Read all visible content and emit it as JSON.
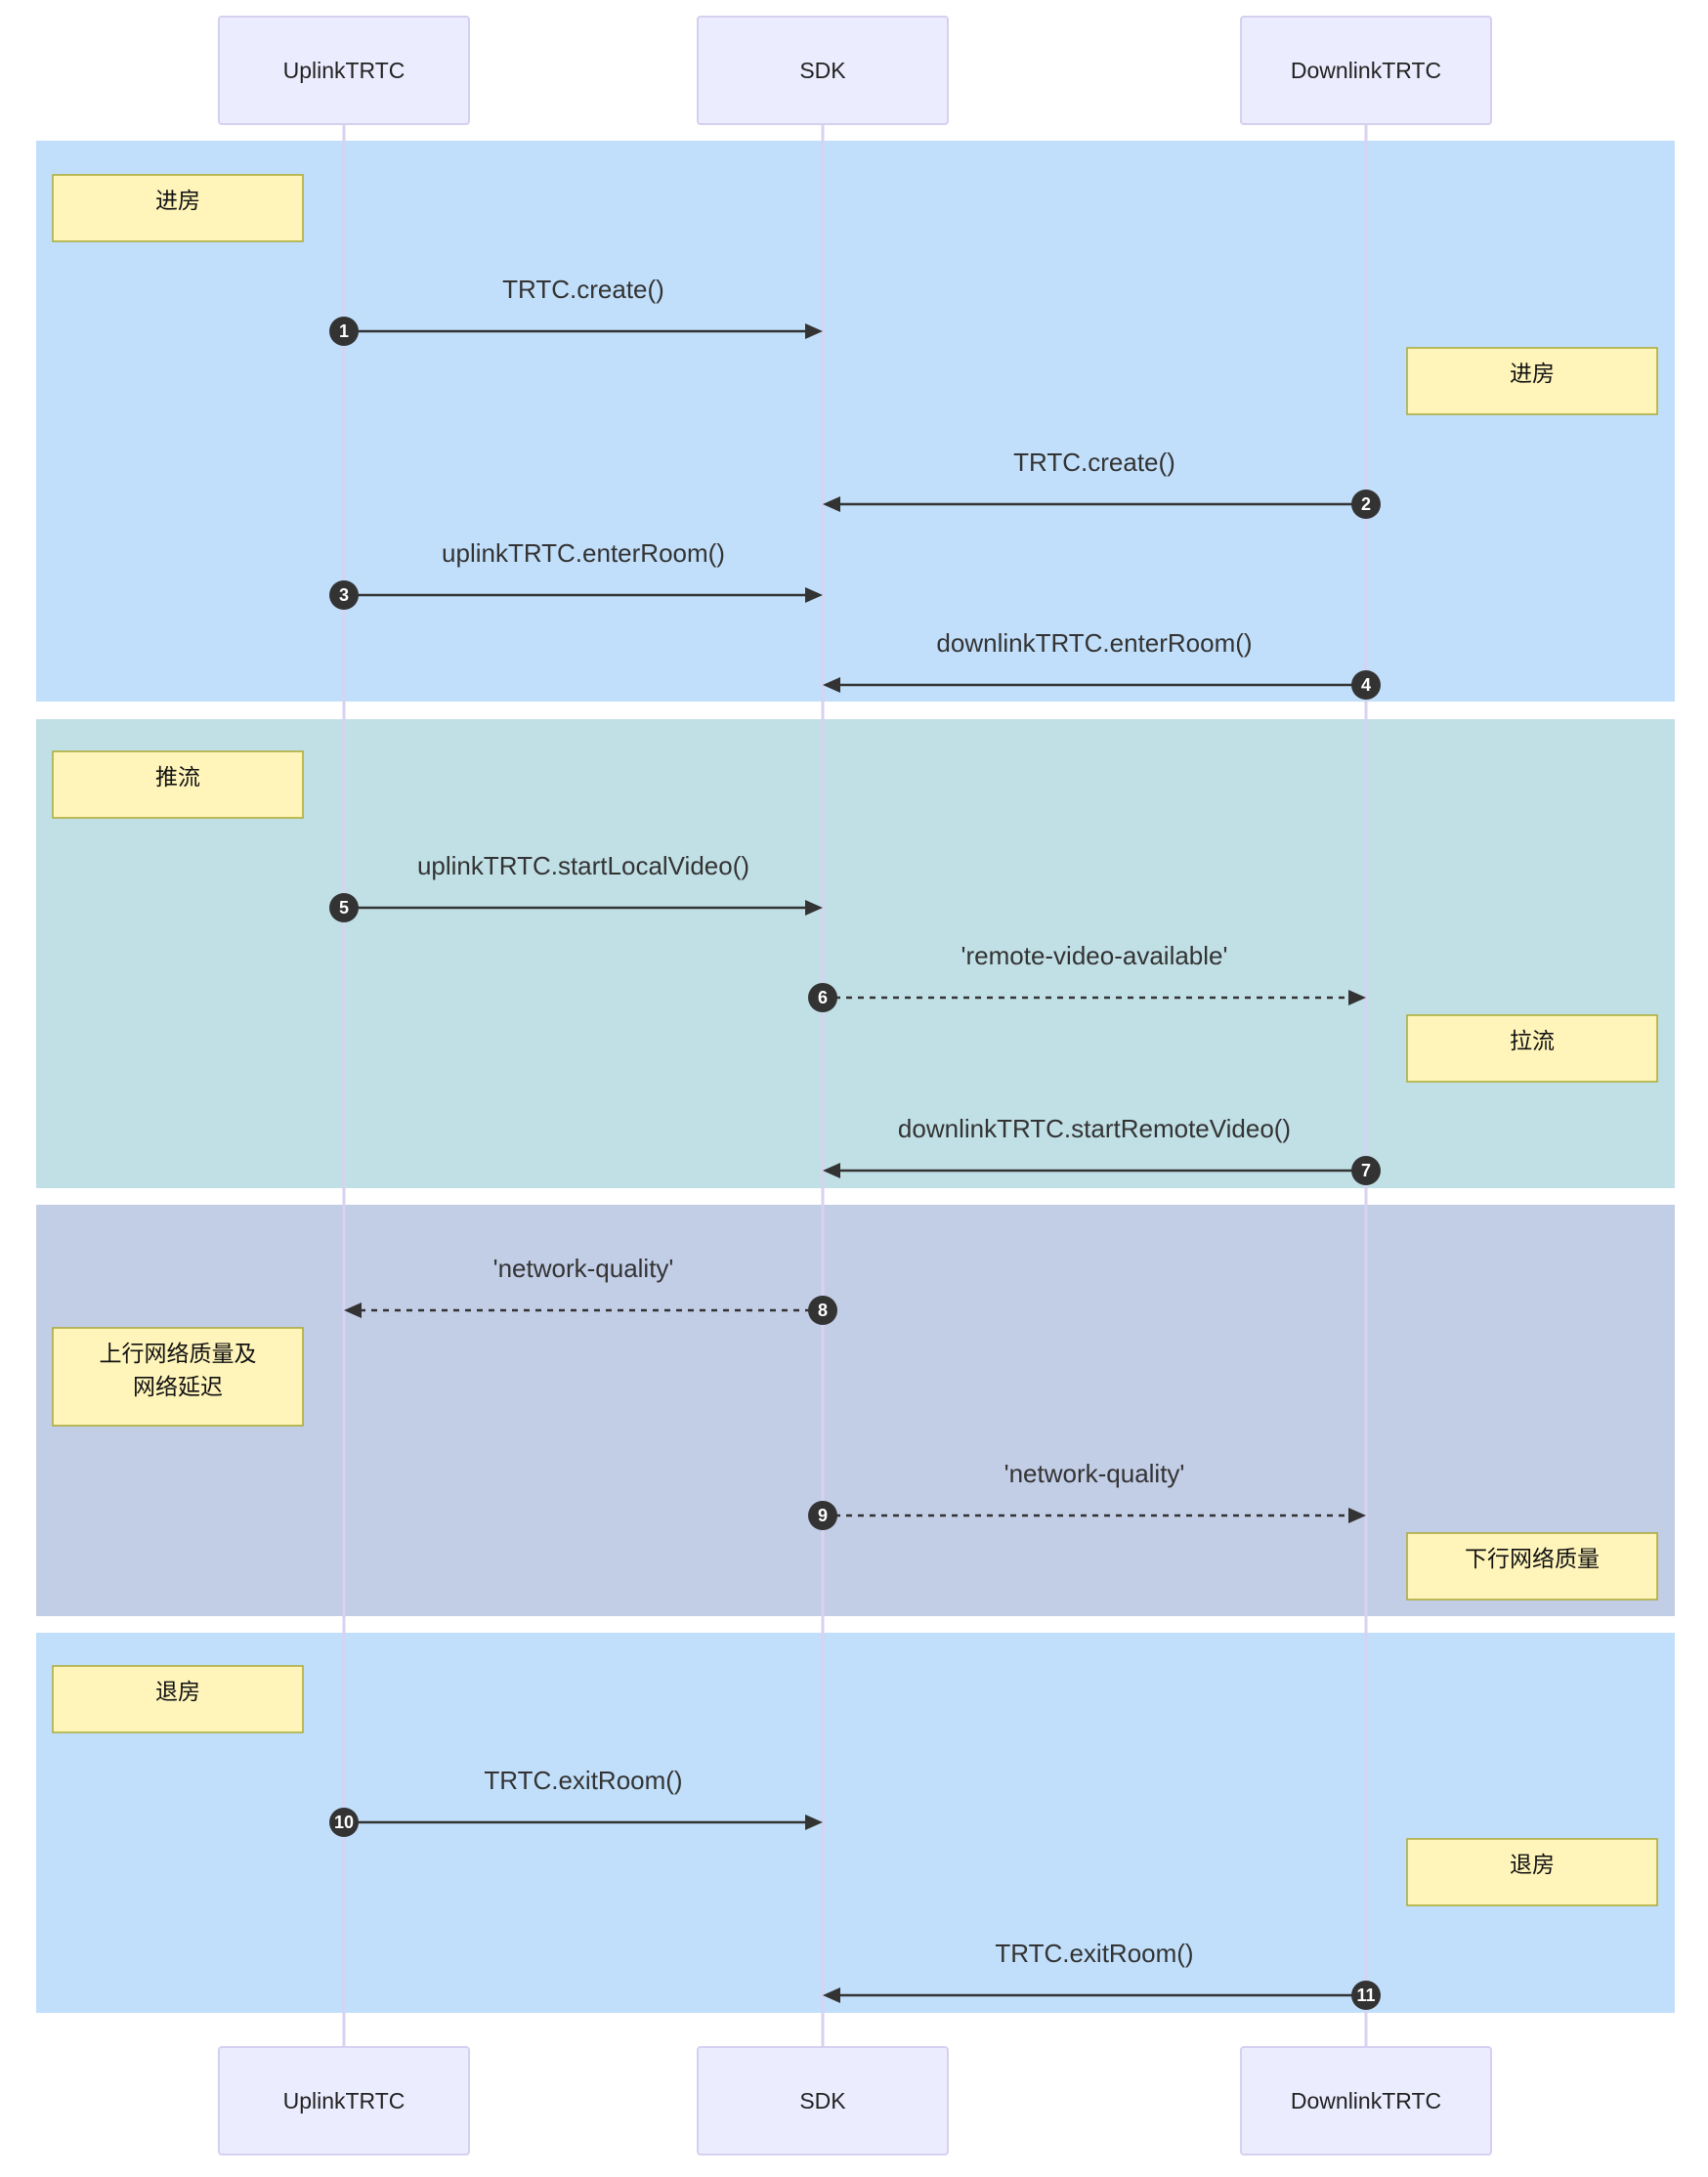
{
  "actors": [
    {
      "id": "uplink",
      "label": "UplinkTRTC"
    },
    {
      "id": "sdk",
      "label": "SDK"
    },
    {
      "id": "downlink",
      "label": "DownlinkTRTC"
    }
  ],
  "sections": [
    {
      "id": "enter-room",
      "color": "#C1DFFA"
    },
    {
      "id": "push-stream",
      "color": "#C1E0E6"
    },
    {
      "id": "network-quality",
      "color": "#C2CDE6"
    },
    {
      "id": "exit-room",
      "color": "#C1DFFA"
    }
  ],
  "notes": [
    {
      "id": "note-enter-uplink",
      "lines": [
        "进房"
      ]
    },
    {
      "id": "note-enter-downlink",
      "lines": [
        "进房"
      ]
    },
    {
      "id": "note-push",
      "lines": [
        "推流"
      ]
    },
    {
      "id": "note-pull",
      "lines": [
        "拉流"
      ]
    },
    {
      "id": "note-uplink-quality",
      "lines": [
        "上行网络质量及",
        "网络延迟"
      ]
    },
    {
      "id": "note-downlink-quality",
      "lines": [
        "下行网络质量"
      ]
    },
    {
      "id": "note-exit-uplink",
      "lines": [
        "退房"
      ]
    },
    {
      "id": "note-exit-downlink",
      "lines": [
        "退房"
      ]
    }
  ],
  "messages": [
    {
      "seq": 1,
      "from": "uplink",
      "to": "sdk",
      "label": "TRTC.create()",
      "style": "solid"
    },
    {
      "seq": 2,
      "from": "downlink",
      "to": "sdk",
      "label": "TRTC.create()",
      "style": "solid"
    },
    {
      "seq": 3,
      "from": "uplink",
      "to": "sdk",
      "label": "uplinkTRTC.enterRoom()",
      "style": "solid"
    },
    {
      "seq": 4,
      "from": "downlink",
      "to": "sdk",
      "label": "downlinkTRTC.enterRoom()",
      "style": "solid"
    },
    {
      "seq": 5,
      "from": "uplink",
      "to": "sdk",
      "label": "uplinkTRTC.startLocalVideo()",
      "style": "solid"
    },
    {
      "seq": 6,
      "from": "sdk",
      "to": "downlink",
      "label": "'remote-video-available'",
      "style": "dashed"
    },
    {
      "seq": 7,
      "from": "downlink",
      "to": "sdk",
      "label": "downlinkTRTC.startRemoteVideo()",
      "style": "solid"
    },
    {
      "seq": 8,
      "from": "sdk",
      "to": "uplink",
      "label": "'network-quality'",
      "style": "dashed"
    },
    {
      "seq": 9,
      "from": "sdk",
      "to": "downlink",
      "label": "'network-quality'",
      "style": "dashed"
    },
    {
      "seq": 10,
      "from": "uplink",
      "to": "sdk",
      "label": "TRTC.exitRoom()",
      "style": "solid"
    },
    {
      "seq": 11,
      "from": "downlink",
      "to": "sdk",
      "label": "TRTC.exitRoom()",
      "style": "solid"
    }
  ]
}
